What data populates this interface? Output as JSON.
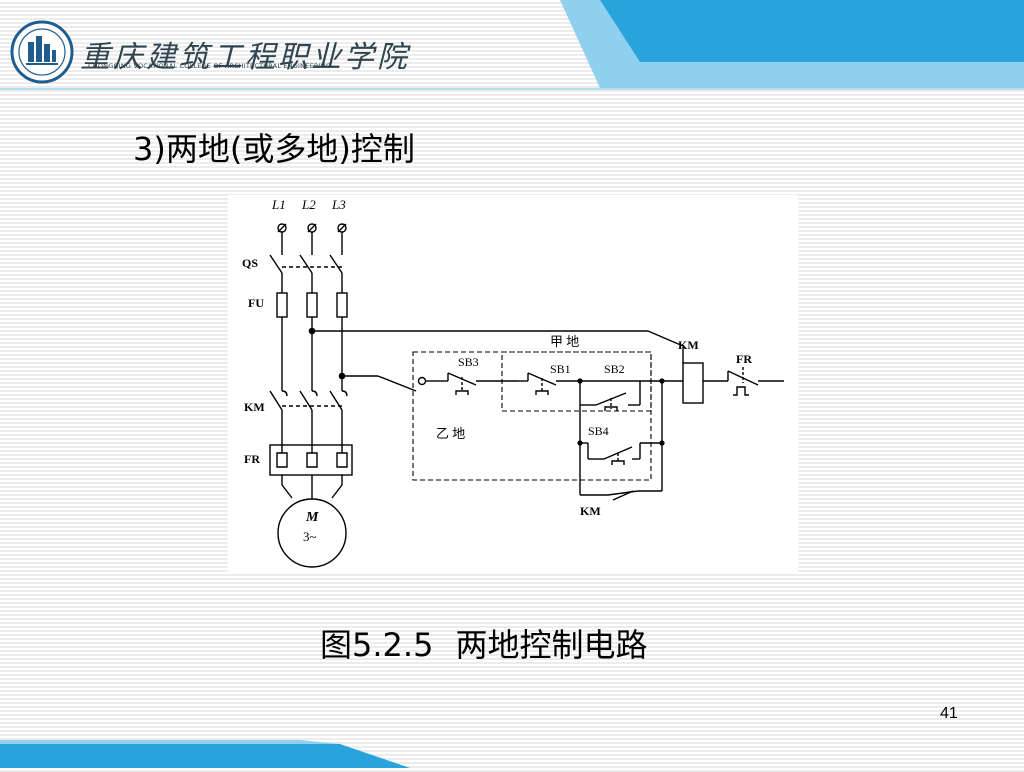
{
  "header": {
    "school_name_cn": "重庆建筑工程职业学院",
    "school_name_en": "CHONGQING VOCATIONAL COLLEGE OF ARCHITECTURAL ENGINEERING"
  },
  "slide": {
    "title": "3)两地(或多地)控制",
    "caption_num": "图5.2.5",
    "caption_text": "两地控制电路",
    "page_number": "41"
  },
  "diagram": {
    "labels": {
      "l1": "L1",
      "l2": "L2",
      "l3": "L3",
      "qs": "QS",
      "fu": "FU",
      "km_main": "KM",
      "fr_main": "FR",
      "motor_m": "M",
      "motor_phase": "3~",
      "site_a": "甲 地",
      "site_b": "乙 地",
      "sb1": "SB1",
      "sb2": "SB2",
      "sb3": "SB3",
      "sb4": "SB4",
      "km_coil": "KM",
      "fr_contact": "FR",
      "km_aux": "KM"
    }
  },
  "colors": {
    "header_blue": "#29a3dc",
    "header_blue_light": "#8fd0ee",
    "logo_blue": "#1f5d8f",
    "text": "#000000"
  }
}
